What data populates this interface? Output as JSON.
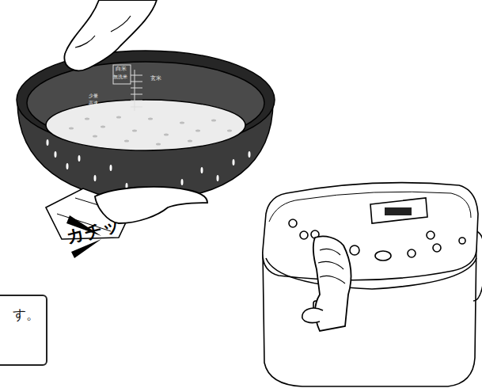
{
  "diagram": {
    "nodes": [
      {
        "text": [
          "す。"
        ]
      }
    ],
    "labels": [
      "白米",
      "無洗米",
      "玄米",
      "少量",
      "高速",
      "カチッ"
    ]
  }
}
